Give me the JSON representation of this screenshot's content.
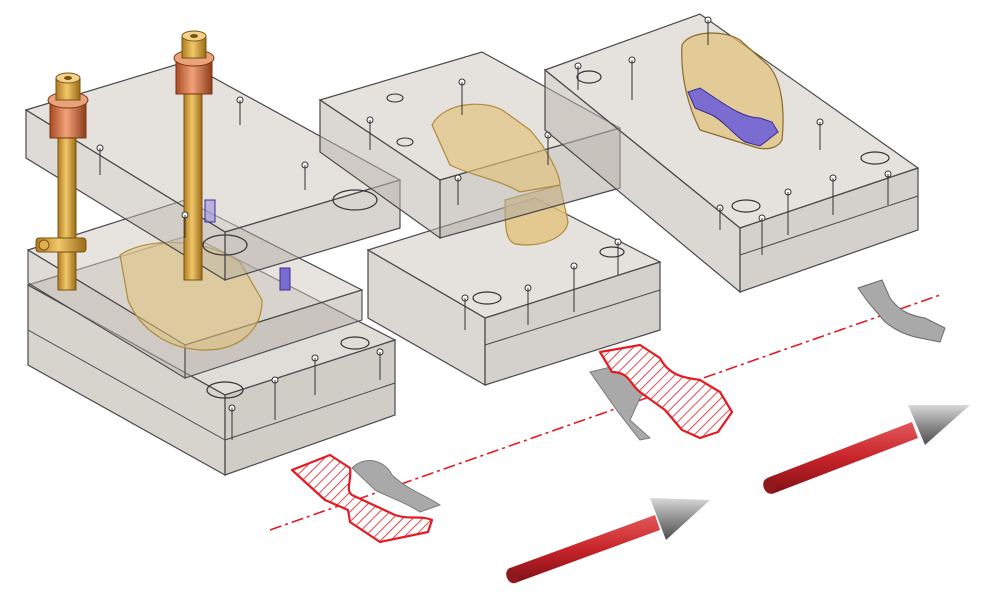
{
  "figure": {
    "description_visible_text": "",
    "colors": {
      "background": "#ffffff",
      "plate_face": "#c9c4bc",
      "plate_edge": "#4a4a4a",
      "plate_opacity": "0.55",
      "brass": "#d7a64a",
      "copper": "#d97a4a",
      "cavity": "#e2c27a",
      "purple_part": "#7a6cd0",
      "section_red": "#e31b23",
      "axis_line": "#e31b23",
      "arrow_shaft": "#c8242a",
      "arrow_cone": "#9a9a9a",
      "part_grey": "#a9a9a9"
    },
    "elements": {
      "assembled_mold": "assembled-mold",
      "exploded_mold_mid": "exploded-mold-middle",
      "exploded_mold_right": "exploded-mold-right",
      "section_profiles": [
        "section-profile-left",
        "section-profile-middle",
        "section-profile-right"
      ],
      "arrows": [
        "direction-arrow-1",
        "direction-arrow-2"
      ]
    }
  }
}
